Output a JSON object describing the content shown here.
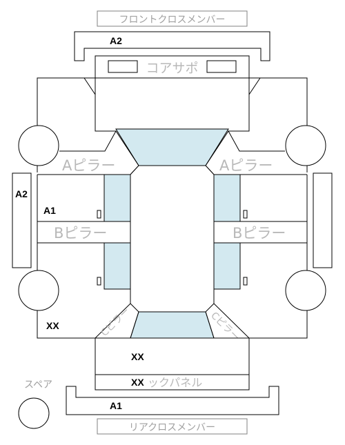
{
  "diagram": {
    "front_cross_member": "フロントクロスメンバー",
    "front_cross_member_mark": "A2",
    "core_support": "コアサポ",
    "a_pillar_left": "Aピラー",
    "a_pillar_right": "Aピラー",
    "side_sill_left_mark": "A2",
    "left_panel_mark": "A1",
    "b_pillar_left": "Bピラー",
    "b_pillar_right": "Bピラー",
    "rear_left_mark": "XX",
    "c_pillar_left": "Cピラー",
    "c_pillar_right": "Cピラー",
    "trunk_floor_mark": "XX",
    "back_panel_mark": "XX",
    "back_panel_label": "ックパネル",
    "spare": "スペア",
    "rear_cross_member_mark": "A1",
    "rear_cross_member": "リアクロスメンバー"
  }
}
